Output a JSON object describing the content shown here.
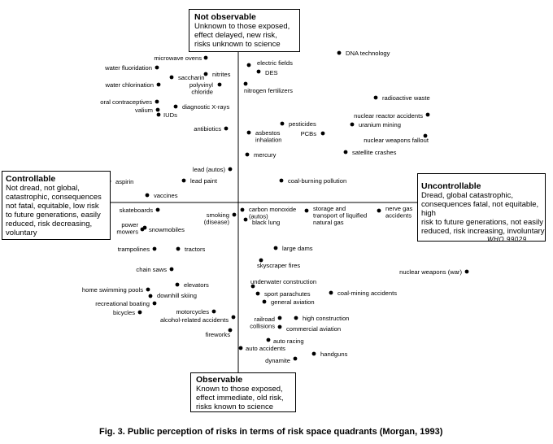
{
  "quadrant_labels": {
    "top": {
      "title": "Not observable",
      "description": "Unknown to those exposed,\neffect delayed, new risk,\nrisks unknown to science"
    },
    "bottom": {
      "title": "Observable",
      "description": "Known to those exposed,\neffect immediate, old risk,\nrisks known to science"
    },
    "left": {
      "title": "Controllable",
      "description": "Not dread, not global,\ncatastrophic, consequences\nnot fatal, equitable, low risk\nto future generations, easily\nreduced, risk decreasing,\nvoluntary"
    },
    "right": {
      "title": "Uncontrollable",
      "description": "Dread, global catastrophic,\nconsequences fatal, not equitable, high\nrisk to future generations, not easily\nreduced, risk increasing, involuntary"
    }
  },
  "reference_code": "WHO 99029",
  "caption": "Fig. 3.  Public perception of risks in terms of risk space quadrants (Morgan, 1993)",
  "risks": [
    {
      "id": "dna-technology",
      "label": "DNA technology"
    },
    {
      "id": "microwave-ovens",
      "label": "microwave ovens"
    },
    {
      "id": "water-fluoridation",
      "label": "water fluoridation"
    },
    {
      "id": "saccharin",
      "label": "saccharin"
    },
    {
      "id": "nitrites",
      "label": "nitrites"
    },
    {
      "id": "electric-fields",
      "label": "electric fields"
    },
    {
      "id": "des",
      "label": "DES"
    },
    {
      "id": "water-chlorination",
      "label": "water chlorination"
    },
    {
      "id": "polyvinyl-chloride",
      "label": "polyvinyl\nchloride"
    },
    {
      "id": "nitrogen-fertilizers",
      "label": "nitrogen fertilizers"
    },
    {
      "id": "radioactive-waste",
      "label": "radioactive waste"
    },
    {
      "id": "oral-contraceptives",
      "label": "oral contraceptives"
    },
    {
      "id": "valium",
      "label": "valium"
    },
    {
      "id": "diagnostic-x-rays",
      "label": "diagnostic X-rays"
    },
    {
      "id": "iuds",
      "label": "IUDs"
    },
    {
      "id": "nuclear-reactor-accidents",
      "label": "nuclear reactor accidents"
    },
    {
      "id": "uranium-mining",
      "label": "uranium mining"
    },
    {
      "id": "pesticides",
      "label": "pesticides"
    },
    {
      "id": "antibiotics",
      "label": "antibiotics"
    },
    {
      "id": "asbestos-inhalation",
      "label": "asbestos\ninhalation"
    },
    {
      "id": "pcbs",
      "label": "PCBs"
    },
    {
      "id": "nuclear-weapons-fallout",
      "label": "nuclear weapons fallout"
    },
    {
      "id": "satellite-crashes",
      "label": "satellite crashes"
    },
    {
      "id": "mercury",
      "label": "mercury"
    },
    {
      "id": "lead-autos",
      "label": "lead (autos)"
    },
    {
      "id": "lead-paint",
      "label": "lead paint"
    },
    {
      "id": "aspirin",
      "label": "aspirin"
    },
    {
      "id": "coal-burning-pollution",
      "label": "coal-burning pollution"
    },
    {
      "id": "vaccines",
      "label": "vaccines"
    },
    {
      "id": "skateboards",
      "label": "skateboards"
    },
    {
      "id": "smoking-disease",
      "label": "smoking\n(disease)"
    },
    {
      "id": "carbon-monoxide-autos",
      "label": "carbon monoxide\n(autos)"
    },
    {
      "id": "black-lung",
      "label": "black lung"
    },
    {
      "id": "storage-transport-lng",
      "label": "storage and\ntransport of liquified\nnatural gas"
    },
    {
      "id": "nerve-gas-accidents",
      "label": "nerve gas\naccidents"
    },
    {
      "id": "power-mowers",
      "label": "power\nmowers"
    },
    {
      "id": "snowmobiles",
      "label": "snowmobiles"
    },
    {
      "id": "trampolines",
      "label": "trampolines"
    },
    {
      "id": "tractors",
      "label": "tractors"
    },
    {
      "id": "large-dams",
      "label": "large dams"
    },
    {
      "id": "skyscraper-fires",
      "label": "skyscraper fires"
    },
    {
      "id": "nuclear-weapons-war",
      "label": "nuclear weapons (war)"
    },
    {
      "id": "chain-saws",
      "label": "chain saws"
    },
    {
      "id": "elevators",
      "label": "elevators"
    },
    {
      "id": "underwater-construction",
      "label": "underwater construction"
    },
    {
      "id": "home-swimming-pools",
      "label": "home swimming pools"
    },
    {
      "id": "downhill-skiing",
      "label": "downhill skiing"
    },
    {
      "id": "sport-parachutes",
      "label": "sport parachutes"
    },
    {
      "id": "coal-mining-accidents",
      "label": "coal-mining accidents"
    },
    {
      "id": "recreational-boating",
      "label": "recreational boating"
    },
    {
      "id": "general-aviation",
      "label": "general aviation"
    },
    {
      "id": "bicycles",
      "label": "bicycles"
    },
    {
      "id": "motorcycles",
      "label": "motorcycles"
    },
    {
      "id": "alcohol-related-accidents",
      "label": "alcohol-related accidents"
    },
    {
      "id": "railroad-collisions",
      "label": "railroad\ncollisions"
    },
    {
      "id": "high-construction",
      "label": "high construction"
    },
    {
      "id": "commercial-aviation",
      "label": "commercial aviation"
    },
    {
      "id": "fireworks",
      "label": "fireworks"
    },
    {
      "id": "auto-racing",
      "label": "auto racing"
    },
    {
      "id": "auto-accidents",
      "label": "auto accidents"
    },
    {
      "id": "handguns",
      "label": "handguns"
    },
    {
      "id": "dynamite",
      "label": "dynamite"
    }
  ]
}
